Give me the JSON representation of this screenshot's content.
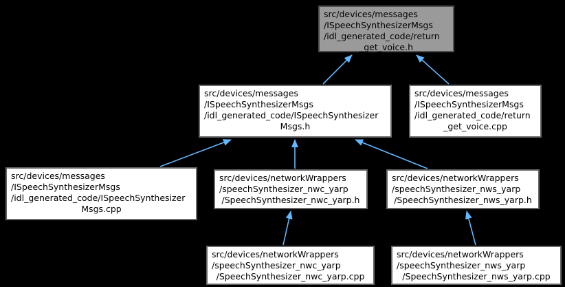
{
  "diagram": {
    "kind": "doxygen-included-by-dependency-graph",
    "background_color": "#000000",
    "edge_color": "#63b8ff",
    "node_fill": "#ffffff",
    "node_border": "#666666",
    "node_text_color": "#000000",
    "highlight_fill": "#9a9a9a",
    "highlight_border": "#4d4d4d"
  },
  "nodes": [
    {
      "id": "return_get_voice_h",
      "highlight": true,
      "lines": [
        "src/devices/messages",
        "/ISpeechSynthesizerMsgs",
        "/idl_generated_code/return",
        "_get_voice.h"
      ]
    },
    {
      "id": "ispeechsynthesizermsgs_h",
      "highlight": false,
      "lines": [
        "src/devices/messages",
        "/ISpeechSynthesizerMsgs",
        "/idl_generated_code/ISpeechSynthesizer",
        "Msgs.h"
      ]
    },
    {
      "id": "return_get_voice_cpp",
      "highlight": false,
      "lines": [
        "src/devices/messages",
        "/ISpeechSynthesizerMsgs",
        "/idl_generated_code/return",
        "_get_voice.cpp"
      ]
    },
    {
      "id": "ispeechsynthesizermsgs_cpp",
      "highlight": false,
      "lines": [
        "src/devices/messages",
        "/ISpeechSynthesizerMsgs",
        "/idl_generated_code/ISpeechSynthesizer",
        "Msgs.cpp"
      ]
    },
    {
      "id": "speechsynthesizer_nwc_yarp_h",
      "highlight": false,
      "lines": [
        "src/devices/networkWrappers",
        "/speechSynthesizer_nwc_yarp",
        "/SpeechSynthesizer_nwc_yarp.h"
      ]
    },
    {
      "id": "speechsynthesizer_nws_yarp_h",
      "highlight": false,
      "lines": [
        "src/devices/networkWrappers",
        "/speechSynthesizer_nws_yarp",
        "/SpeechSynthesizer_nws_yarp.h"
      ]
    },
    {
      "id": "speechsynthesizer_nwc_yarp_cpp",
      "highlight": false,
      "lines": [
        "src/devices/networkWrappers",
        "/speechSynthesizer_nwc_yarp",
        "/SpeechSynthesizer_nwc_yarp.cpp"
      ]
    },
    {
      "id": "speechsynthesizer_nws_yarp_cpp",
      "highlight": false,
      "lines": [
        "src/devices/networkWrappers",
        "/speechSynthesizer_nws_yarp",
        "/SpeechSynthesizer_nws_yarp.cpp"
      ]
    }
  ],
  "edges": [
    {
      "from": "ispeechsynthesizermsgs_h",
      "to": "return_get_voice_h"
    },
    {
      "from": "return_get_voice_cpp",
      "to": "return_get_voice_h"
    },
    {
      "from": "ispeechsynthesizermsgs_cpp",
      "to": "ispeechsynthesizermsgs_h"
    },
    {
      "from": "speechsynthesizer_nwc_yarp_h",
      "to": "ispeechsynthesizermsgs_h"
    },
    {
      "from": "speechsynthesizer_nws_yarp_h",
      "to": "ispeechsynthesizermsgs_h"
    },
    {
      "from": "speechsynthesizer_nwc_yarp_cpp",
      "to": "speechsynthesizer_nwc_yarp_h"
    },
    {
      "from": "speechsynthesizer_nws_yarp_cpp",
      "to": "speechsynthesizer_nws_yarp_h"
    }
  ]
}
